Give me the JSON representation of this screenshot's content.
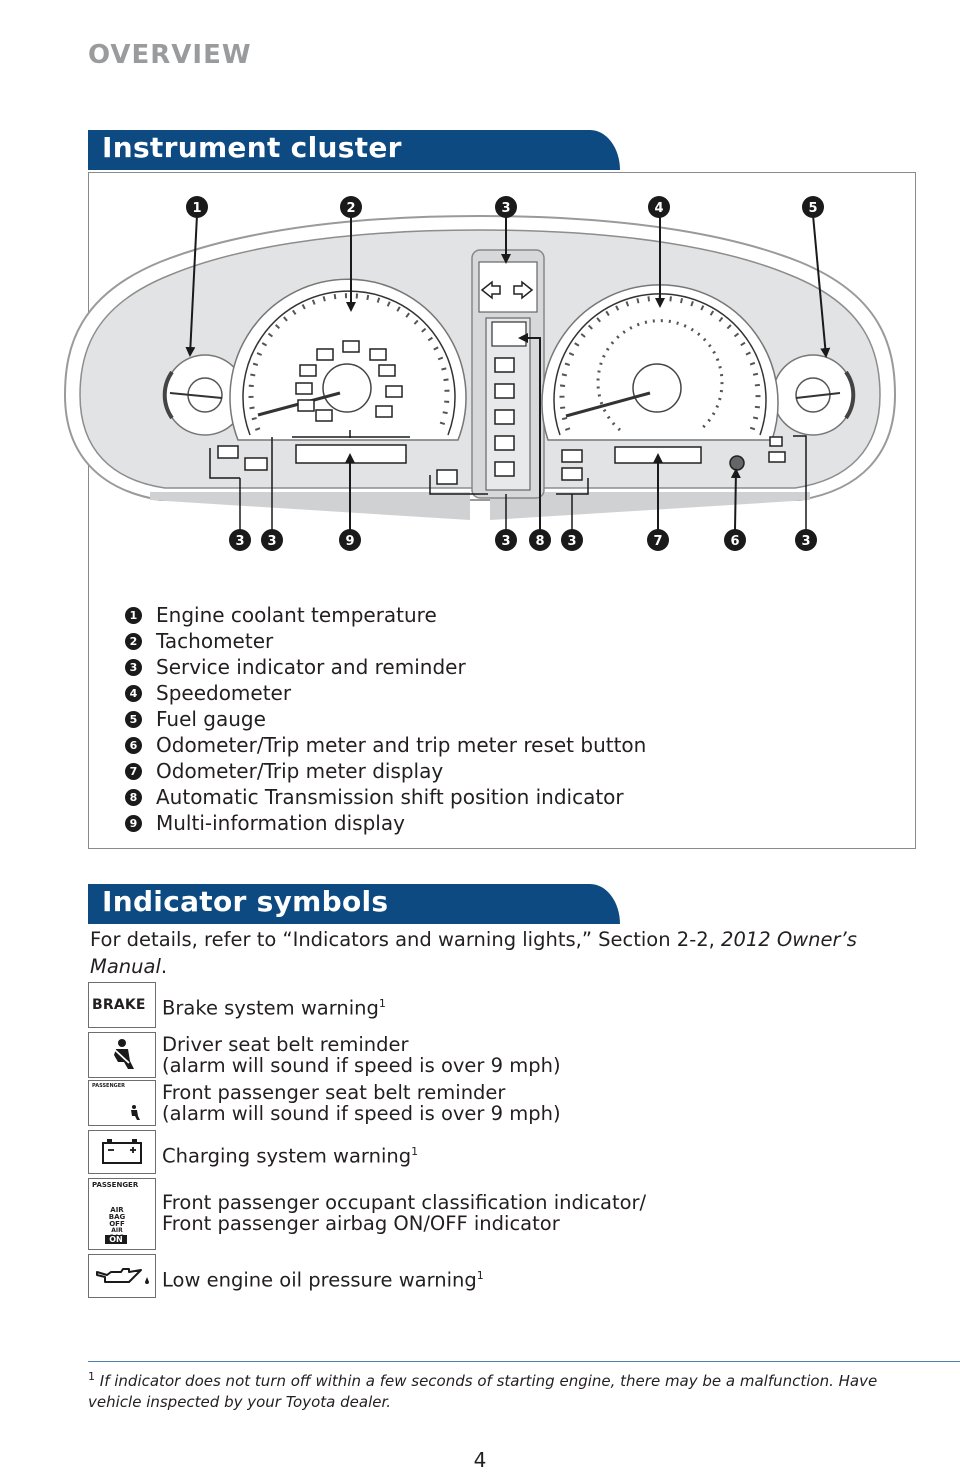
{
  "header": {
    "section": "OVERVIEW"
  },
  "instrument_cluster": {
    "title": "Instrument cluster",
    "top_callouts": [
      "1",
      "2",
      "3",
      "4",
      "5"
    ],
    "bottom_callouts": [
      "3",
      "3",
      "9",
      "3",
      "8",
      "3",
      "7",
      "6",
      "3"
    ],
    "legend": [
      {
        "num": "1",
        "label": "Engine coolant temperature"
      },
      {
        "num": "2",
        "label": "Tachometer"
      },
      {
        "num": "3",
        "label": "Service indicator and reminder"
      },
      {
        "num": "4",
        "label": "Speedometer"
      },
      {
        "num": "5",
        "label": "Fuel gauge"
      },
      {
        "num": "6",
        "label": "Odometer/Trip meter and trip meter reset button"
      },
      {
        "num": "7",
        "label": "Odometer/Trip meter display"
      },
      {
        "num": "8",
        "label": "Automatic Transmission shift position indicator"
      },
      {
        "num": "9",
        "label": "Multi-information display"
      }
    ]
  },
  "indicator_symbols": {
    "title": "Indicator symbols",
    "intro_text": "For details, refer to “Indicators and warning lights,” Section 2-2, ",
    "intro_manual": "2012 Owner’s Manual",
    "intro_end": ".",
    "items": [
      {
        "icon": "brake-warning-icon",
        "icon_text": "BRAKE",
        "line1": "Brake system warning",
        "sup": "1"
      },
      {
        "icon": "driver-seatbelt-icon",
        "line1": "Driver seat belt reminder",
        "line2": "(alarm will sound if speed is over 9 mph)"
      },
      {
        "icon": "passenger-seatbelt-icon",
        "icon_text": "PASSENGER",
        "line1": "Front passenger seat belt reminder",
        "line2": "(alarm will sound if speed is over 9 mph)"
      },
      {
        "icon": "battery-icon",
        "line1": "Charging system warning",
        "sup": "1"
      },
      {
        "icon": "airbag-indicator-icon",
        "icon_text": "PASSENGER",
        "icon_text2": "AIR BAG OFF",
        "icon_text3": "AIR BAG",
        "icon_text4": "ON",
        "line1": "Front passenger occupant classification indicator/",
        "line2": "Front passenger airbag ON/OFF indicator"
      },
      {
        "icon": "oil-pressure-icon",
        "line1": "Low engine oil pressure warning",
        "sup": "1"
      }
    ]
  },
  "footnote": {
    "sup": "1",
    "text": "If indicator does not turn off within a few seconds of starting engine, there may be a malfunction. Have vehicle inspected by your Toyota dealer."
  },
  "page_number": "4"
}
